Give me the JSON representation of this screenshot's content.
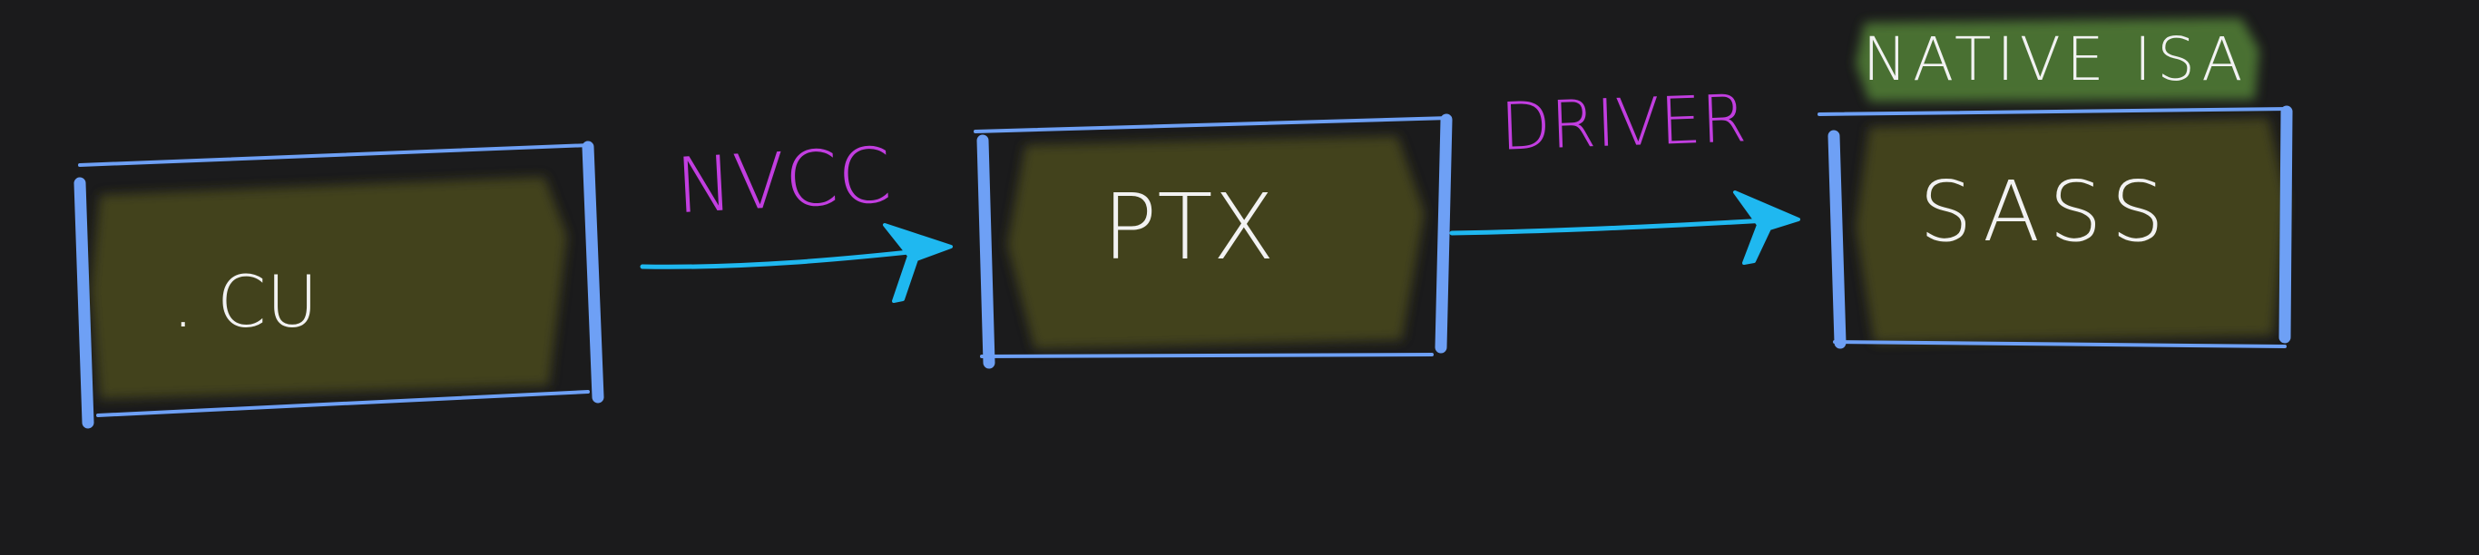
{
  "diagram": {
    "boxes": [
      {
        "id": "cu",
        "label": ". CU"
      },
      {
        "id": "ptx",
        "label": "PTX"
      },
      {
        "id": "sass",
        "label": "SASS"
      }
    ],
    "edges": [
      {
        "from": "cu",
        "to": "ptx",
        "label": "NVCC"
      },
      {
        "from": "ptx",
        "to": "sass",
        "label": "DRIVER"
      }
    ],
    "annotations": [
      {
        "target": "sass",
        "text": "NATIVE ISA"
      }
    ]
  },
  "colors": {
    "background": "#1b1b1c",
    "box_border": "#6ea0f5",
    "box_fill": "#4a4a1e",
    "arrow": "#1fb8f0",
    "edge_label": "#c23ee0",
    "box_text": "#f2f2f2",
    "annotation_fill": "#4f7a34",
    "annotation_text": "#f2f2f2"
  }
}
